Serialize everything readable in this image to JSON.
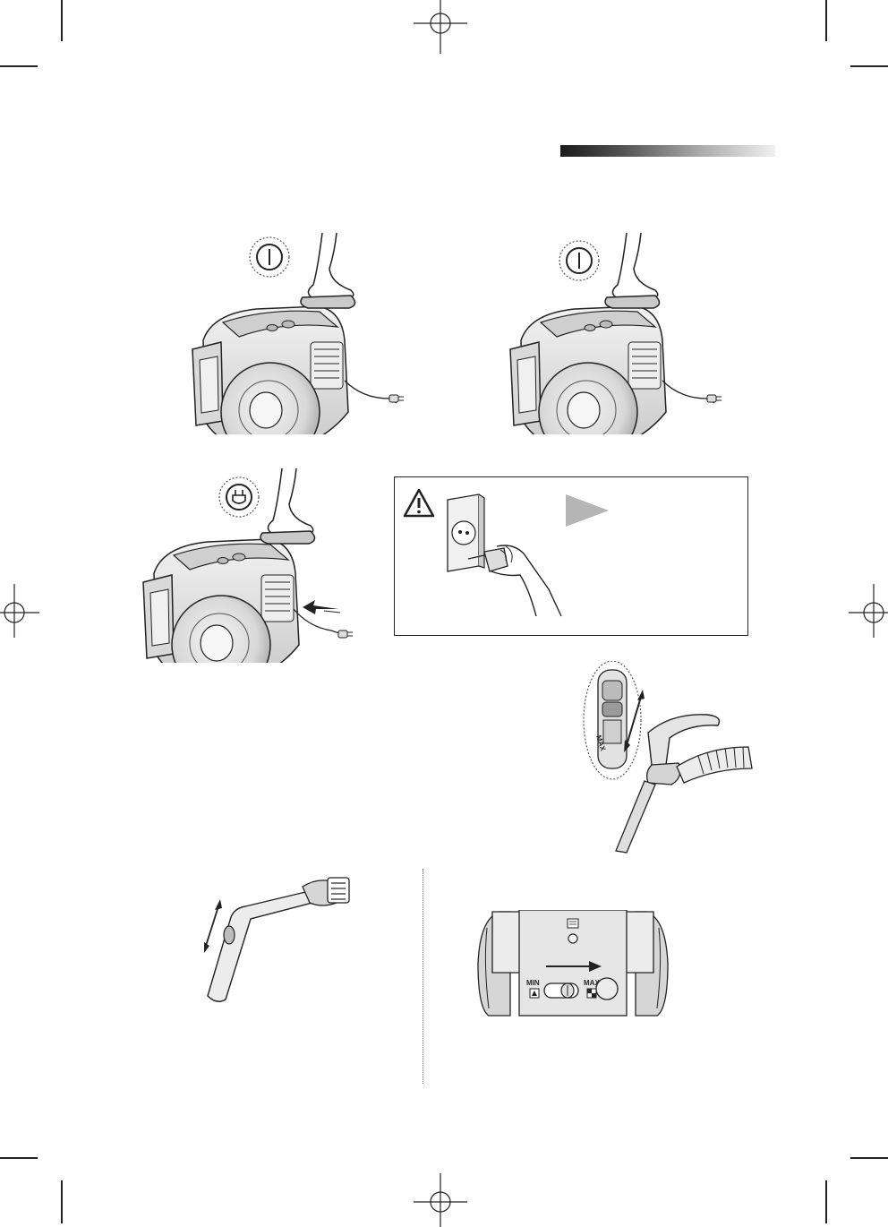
{
  "control_labels": {
    "suction_min": "MIN",
    "suction_max": "MAX",
    "handle_max": "MAX"
  },
  "colors": {
    "line": "#222222",
    "body_fill": "#e4e4e4",
    "shade": "#bdbdbd",
    "arrow_grey": "#b5b5b5"
  },
  "icons": [
    "power-switch-icon",
    "cord-rewind-icon",
    "warning-triangle-icon",
    "play-arrow-icon",
    "registration-mark-icon"
  ]
}
